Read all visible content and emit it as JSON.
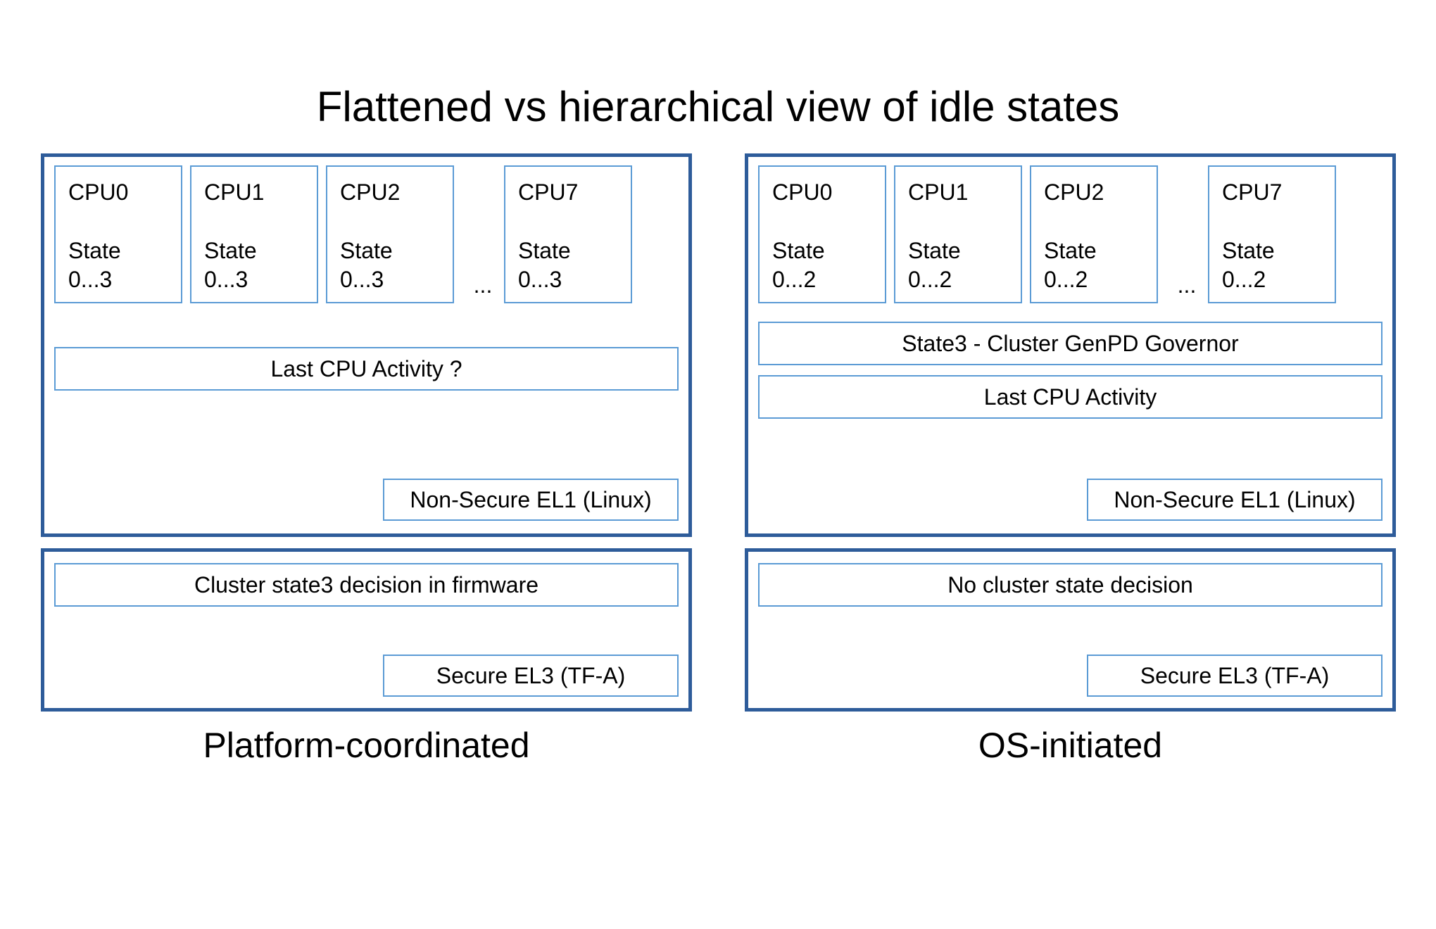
{
  "title": "Flattened vs hierarchical view of idle states",
  "panels": [
    {
      "caption": "Platform-coordinated",
      "cpus": [
        {
          "name": "CPU0",
          "state_label": "State",
          "state_range": "0...3"
        },
        {
          "name": "CPU1",
          "state_label": "State",
          "state_range": "0...3"
        },
        {
          "name": "CPU2",
          "state_label": "State",
          "state_range": "0...3"
        },
        {
          "name": "CPU7",
          "state_label": "State",
          "state_range": "0...3"
        }
      ],
      "ellipsis": "...",
      "governor_bar": "",
      "last_cpu_activity": "Last CPU Activity ?",
      "exception_level_os": "Non-Secure EL1 (Linux)",
      "firmware_decision": "Cluster state3 decision in firmware",
      "exception_level_fw": "Secure EL3 (TF-A)"
    },
    {
      "caption": "OS-initiated",
      "cpus": [
        {
          "name": "CPU0",
          "state_label": "State",
          "state_range": "0...2"
        },
        {
          "name": "CPU1",
          "state_label": "State",
          "state_range": "0...2"
        },
        {
          "name": "CPU2",
          "state_label": "State",
          "state_range": "0...2"
        },
        {
          "name": "CPU7",
          "state_label": "State",
          "state_range": "0...2"
        }
      ],
      "ellipsis": "...",
      "governor_bar": "State3 - Cluster GenPD Governor",
      "last_cpu_activity": "Last CPU Activity",
      "exception_level_os": "Non-Secure EL1 (Linux)",
      "firmware_decision": "No cluster state decision",
      "exception_level_fw": "Secure EL3 (TF-A)"
    }
  ],
  "colors": {
    "outer_border": "#2E5C9A",
    "inner_border": "#5B9BD5",
    "background": "#FFFFFF",
    "text": "#000000"
  }
}
